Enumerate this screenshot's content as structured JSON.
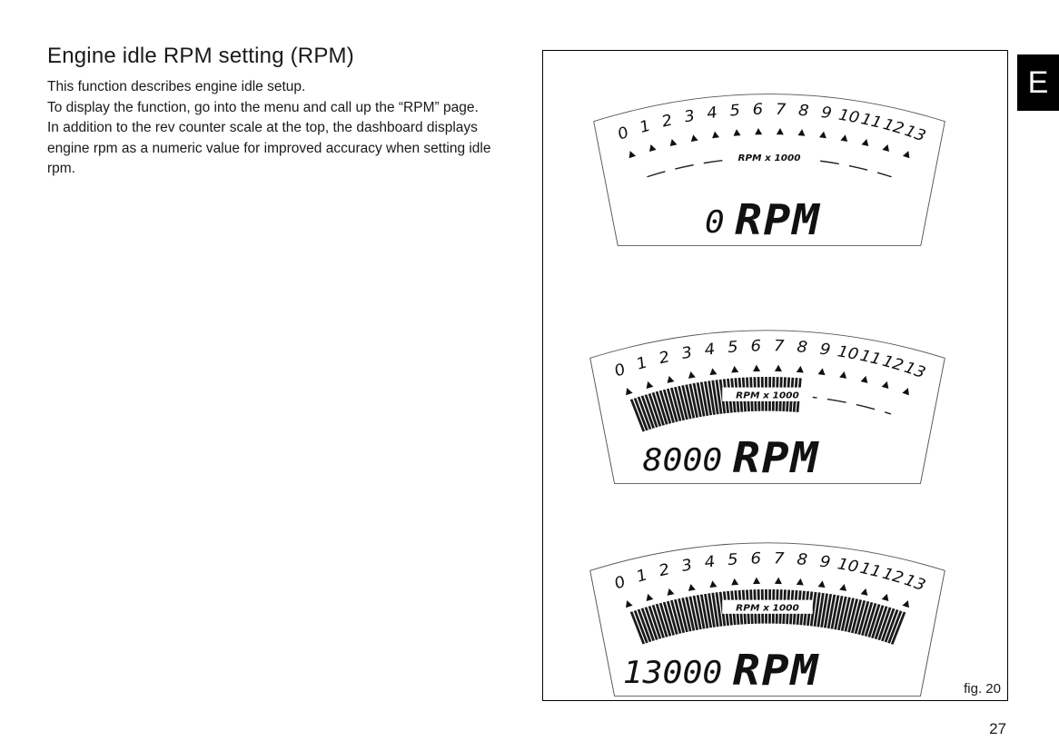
{
  "page": {
    "number": "27",
    "language_tab": "E"
  },
  "article": {
    "title": "Engine idle RPM setting (RPM)",
    "paragraphs": [
      "This function describes engine idle setup.",
      "To display the function, go into the menu and call up the “RPM” page.",
      "In addition to the rev counter scale at the top, the dashboard displays engine rpm as a numeric value for improved accuracy when setting idle rpm."
    ]
  },
  "figure": {
    "label": "fig. 20",
    "scale": {
      "label": "RPM x 1000",
      "ticks": [
        "0",
        "1",
        "2",
        "3",
        "4",
        "5",
        "6",
        "7",
        "8",
        "9",
        "10",
        "11",
        "12",
        "13"
      ]
    },
    "gauges": [
      {
        "name": "rpm-gauge-idle",
        "value": "0",
        "unit": "RPM",
        "bars_filled_to": 0
      },
      {
        "name": "rpm-gauge-8000",
        "value": "8000",
        "unit": "RPM",
        "bars_filled_to": 8
      },
      {
        "name": "rpm-gauge-max",
        "value": "13000",
        "unit": "RPM",
        "bars_filled_to": 13
      }
    ]
  }
}
